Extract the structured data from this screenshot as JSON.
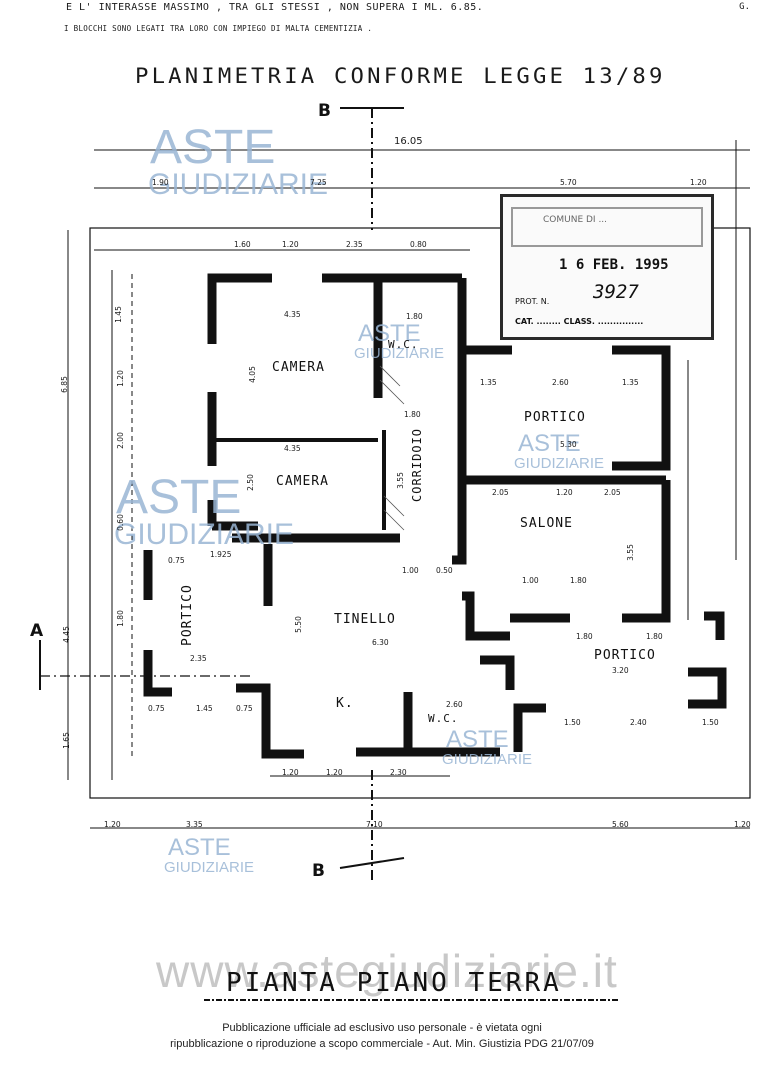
{
  "header": {
    "note_line1": "E  L' INTERASSE  MASSIMO , TRA  GLI  STESSI , NON  SUPERA  I  ML. 6.85.",
    "note_line2": "I  BLOCCHI  SONO  LEGATI  TRA  LORO  CON  IMPIEGO  DI  MALTA  CEMENTIZIA .",
    "corner_mark": "G.",
    "title": "PLANIMETRIA   CONFORME   LEGGE  13/89"
  },
  "sections": {
    "top": "B",
    "bottom": "B",
    "left": "A"
  },
  "overall": {
    "width": "16.05",
    "depth": "6.85",
    "depth_left": "4.45"
  },
  "top_dims": [
    "1.90",
    "7.25",
    "5.70",
    "1.20"
  ],
  "top_row2_dims": [
    "1.60",
    "1.20",
    "2.35",
    "0.80"
  ],
  "bottom_dims": [
    "1.20",
    "1.20",
    "2.30"
  ],
  "bottom_overall_dims": [
    "1.20",
    "3.35",
    "7.10",
    "5.60",
    "1.20"
  ],
  "rooms": {
    "camera1": "CAMERA",
    "camera2": "CAMERA",
    "wc_top": "W.C.",
    "corridoio": "CORRIDOIO",
    "portico_top": "PORTICO",
    "salone": "SALONE",
    "tinello": "TINELLO",
    "portico_left": "PORTICO",
    "portico_right": "PORTICO",
    "kitchen": "K.",
    "wc_bottom": "W.C."
  },
  "room_dims": {
    "camera1_w": "4.35",
    "camera1_h": "4.05",
    "camera2_w": "4.35",
    "camera2_h": "2.50",
    "wc_w": "1.80",
    "portico_top": [
      "1.35",
      "2.60",
      "1.35"
    ],
    "portico_top_w": "5.30",
    "salone": [
      "2.05",
      "1.20",
      "2.05"
    ],
    "salone_h": "3.55",
    "salone_inner": [
      "1.00",
      "1.80"
    ],
    "tinello_w": "6.30",
    "tinello_h": "5.50",
    "portico_right_w": "3.20",
    "portico_right_segs": [
      "1.80",
      "1.80"
    ],
    "portico_left_w": "2.35",
    "wc_bottom_w": "2.60",
    "bottom_right_segs": [
      "1.50",
      "2.40",
      "1.50"
    ],
    "left_side": [
      "1.45",
      "1.20",
      "2.00",
      "0.60",
      "1.80",
      "1.65"
    ],
    "left_small": [
      "0.75",
      "1.45",
      "0.75"
    ],
    "corridor_dims": [
      "1.80",
      "3.55",
      "1.00",
      "0.50"
    ],
    "portico_left_top": [
      "0.75",
      "1.925"
    ]
  },
  "stamp": {
    "header": "COMUNE DI ...",
    "date": "1 6 FEB. 1995",
    "prot_label": "PROT. N.",
    "prot_number": "3927",
    "cat_label": "CAT. ........ CLASS. ..............."
  },
  "watermarks": [
    {
      "line1": "ASTE",
      "line2": "GIUDIZIARIE"
    }
  ],
  "footer": {
    "plan_title": "PIANTA  PIANO  TERRA",
    "site_watermark": "www.astegiudiziarie.it",
    "disclaimer_line1": "Pubblicazione ufficiale ad esclusivo uso personale - è vietata ogni",
    "disclaimer_line2": "ripubblicazione o riproduzione a scopo commerciale - Aut. Min. Giustizia PDG 21/07/09"
  },
  "colors": {
    "ink": "#111111",
    "watermark": "#9ab6d4"
  }
}
